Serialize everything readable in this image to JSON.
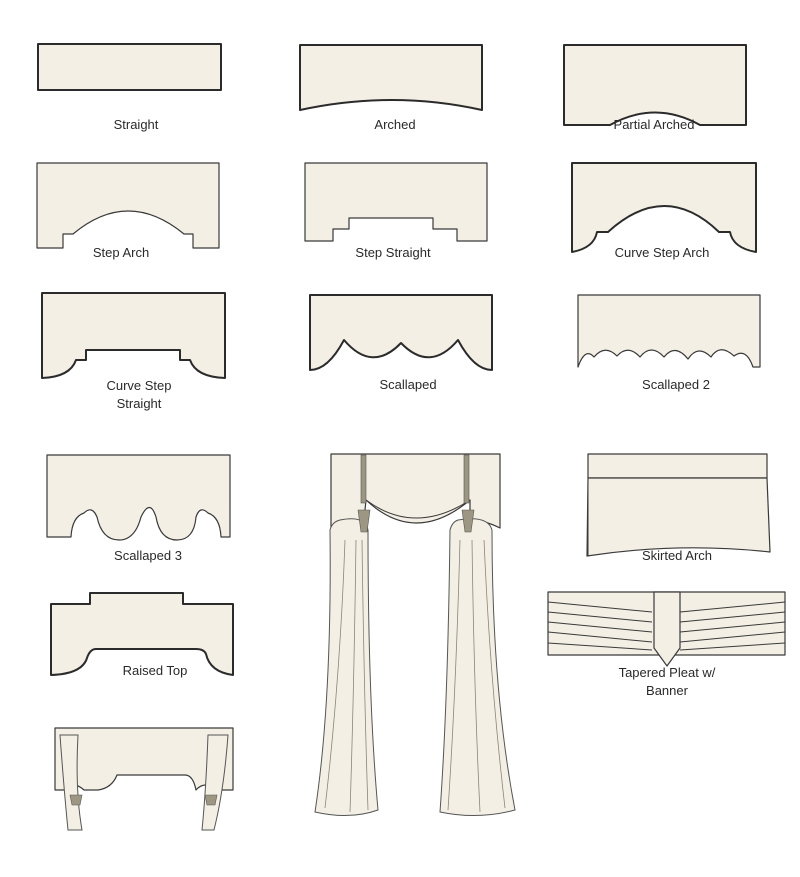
{
  "labels": {
    "straight": "Straight",
    "arched": "Arched",
    "partial_arched": "Partial Arched",
    "step_arch": "Step Arch",
    "step_straight": "Step Straight",
    "curve_step_arch": "Curve Step Arch",
    "curve_step_straight": "Curve Step\nStraight",
    "scallaped": "Scallaped",
    "scallaped_2": "Scallaped 2",
    "scallaped_3": "Scallaped 3",
    "skirted_arch": "Skirted Arch",
    "raised_top": "Raised Top",
    "tapered_pleat": "Tapered Pleat w/\nBanner"
  },
  "colors": {
    "fabric": "#f3efe4",
    "outline": "#2b2b2b",
    "trim": "#9c9682"
  }
}
